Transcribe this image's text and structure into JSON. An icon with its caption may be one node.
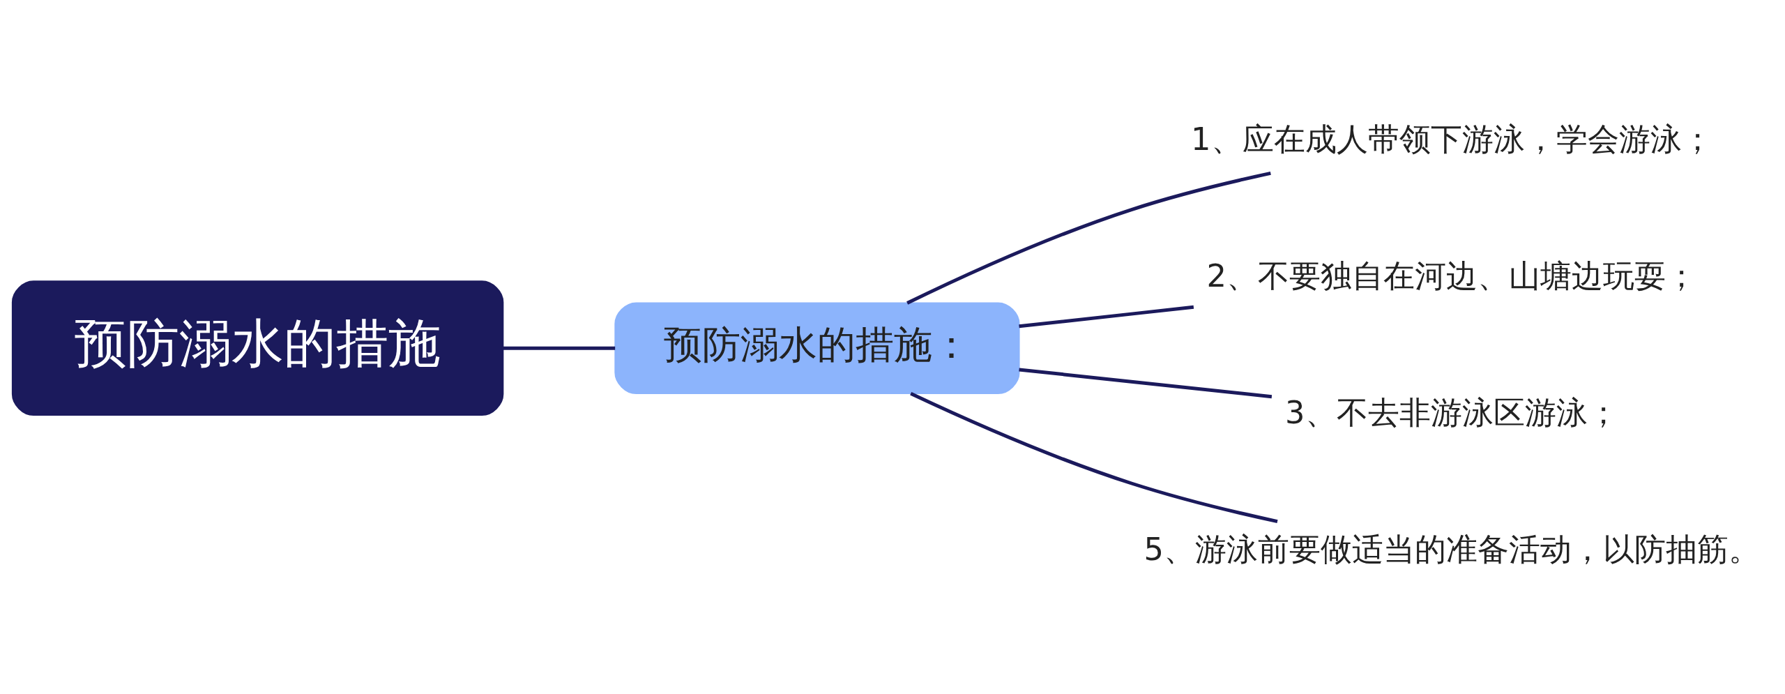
{
  "diagram": {
    "nodes": [
      {
        "text": [
          "预防溺水的措施"
        ]
      },
      {
        "text": [
          "预防溺水的措施："
        ]
      },
      {
        "text": [
          "1、应在成人带领下游泳，学会游泳；"
        ]
      },
      {
        "text": [
          "2、不要独自在河边、山塘边玩耍；"
        ]
      },
      {
        "text": [
          "3、不去非游泳区游泳；"
        ]
      },
      {
        "text": [
          "5、游泳前要做适当的准备活动，以防抽筋。"
        ]
      }
    ],
    "edges": [
      {
        "from": 0,
        "to": 1,
        "arrow": "none"
      },
      {
        "from": 1,
        "to": 2,
        "arrow": "none"
      },
      {
        "from": 1,
        "to": 3,
        "arrow": "none"
      },
      {
        "from": 1,
        "to": 4,
        "arrow": "none"
      },
      {
        "from": 1,
        "to": 5,
        "arrow": "none"
      }
    ]
  }
}
